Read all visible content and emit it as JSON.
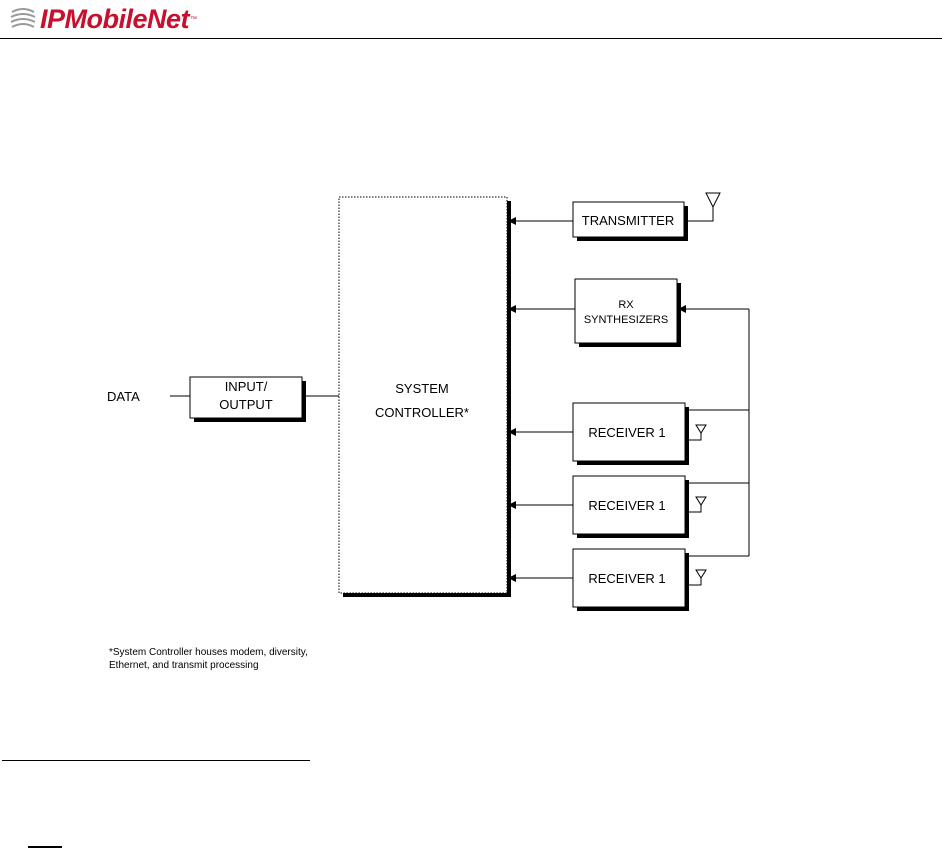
{
  "header": {
    "logo_text": "IPMobileNet",
    "logo_tm": "™",
    "brand_color": "#c8102e"
  },
  "diagram": {
    "data_label": "DATA",
    "io_line1": "INPUT/",
    "io_line2": "OUTPUT",
    "controller_line1": "SYSTEM",
    "controller_line2": "CONTROLLER*",
    "transmitter": "TRANSMITTER",
    "synth_line1": "RX",
    "synth_line2": "SYNTHESIZERS",
    "receivers": [
      "RECEIVER 1",
      "RECEIVER 1",
      "RECEIVER 1"
    ],
    "note_line1": "*System Controller houses modem, diversity,",
    "note_line2": "Ethernet, and transmit processing"
  }
}
